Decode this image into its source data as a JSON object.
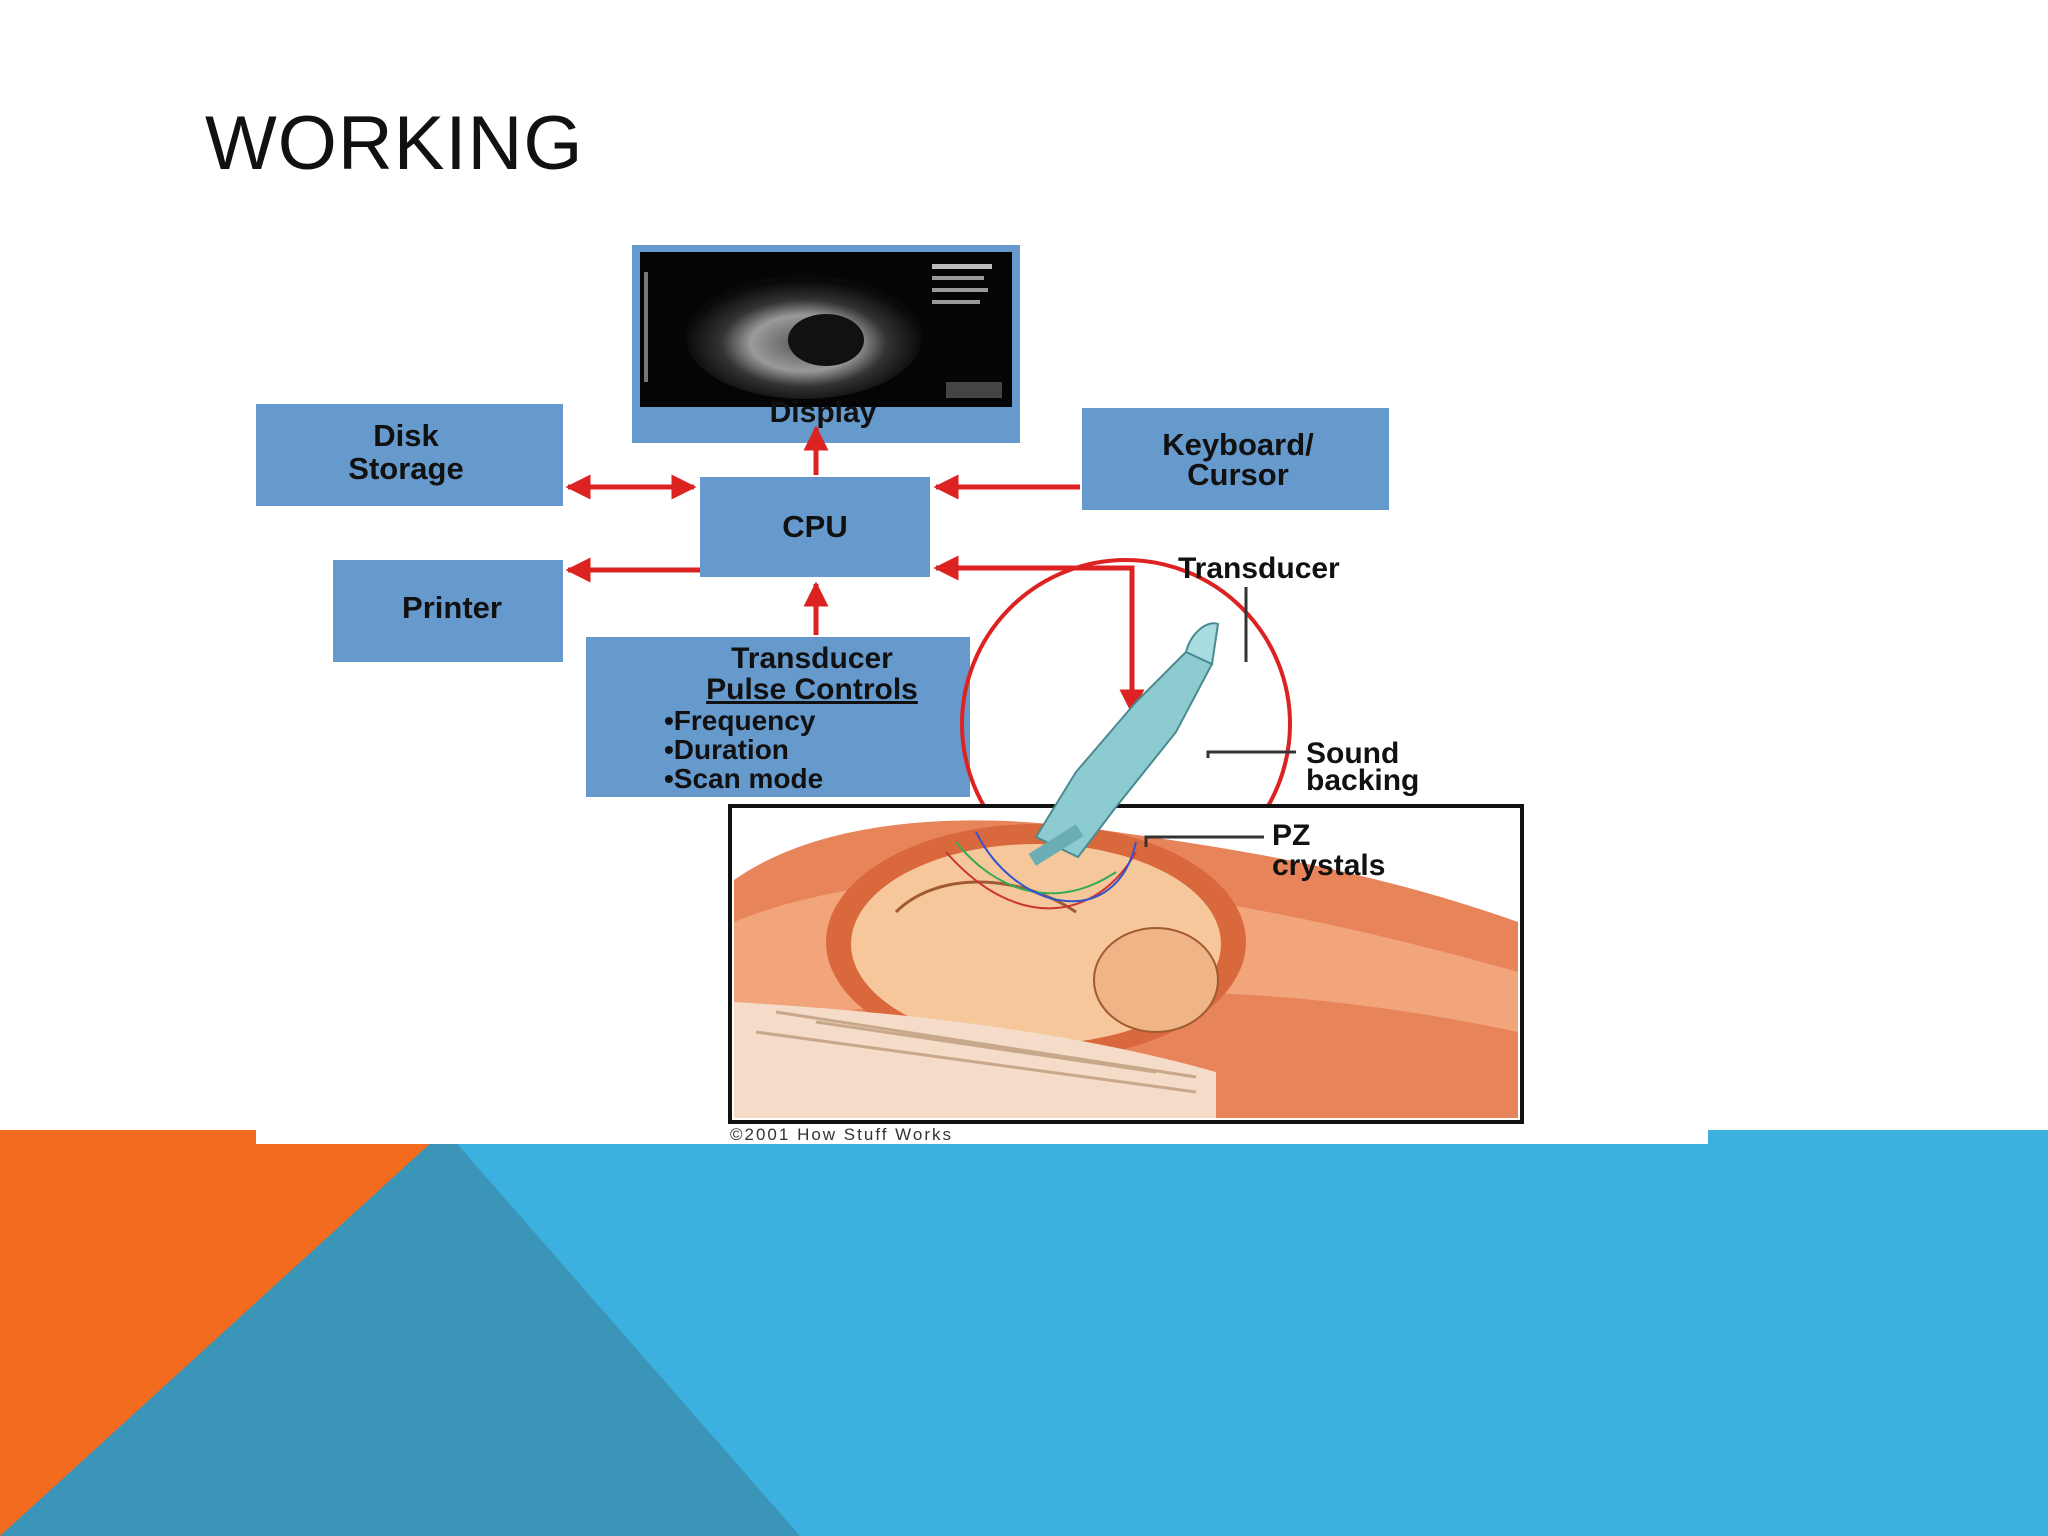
{
  "slide": {
    "title": "WORKING"
  },
  "colors": {
    "box_fill": "#6699cc",
    "arrow": "#dd2222",
    "footer_orange": "#f26b1f",
    "footer_blue": "#3cb1e0",
    "footer_teal": "#3a95b8",
    "body_tissue": "#e8845a"
  },
  "diagram": {
    "display_label": "Display",
    "disk_line1": "Disk",
    "disk_line2": "Storage",
    "cpu_label": "CPU",
    "keyboard_line1": "Keyboard/",
    "keyboard_line2": "Cursor",
    "printer_label": "Printer",
    "pulse_heading_line1": "Transducer",
    "pulse_heading_line2": "Pulse Controls",
    "pulse_items": [
      "•Frequency",
      "•Duration",
      "•Scan mode"
    ],
    "transducer_label": "Transducer",
    "sound_line1": "Sound",
    "sound_line2": "backing",
    "pz_line1": "PZ",
    "pz_line2": "crystals",
    "credit": "©2001 How Stuff Works"
  }
}
